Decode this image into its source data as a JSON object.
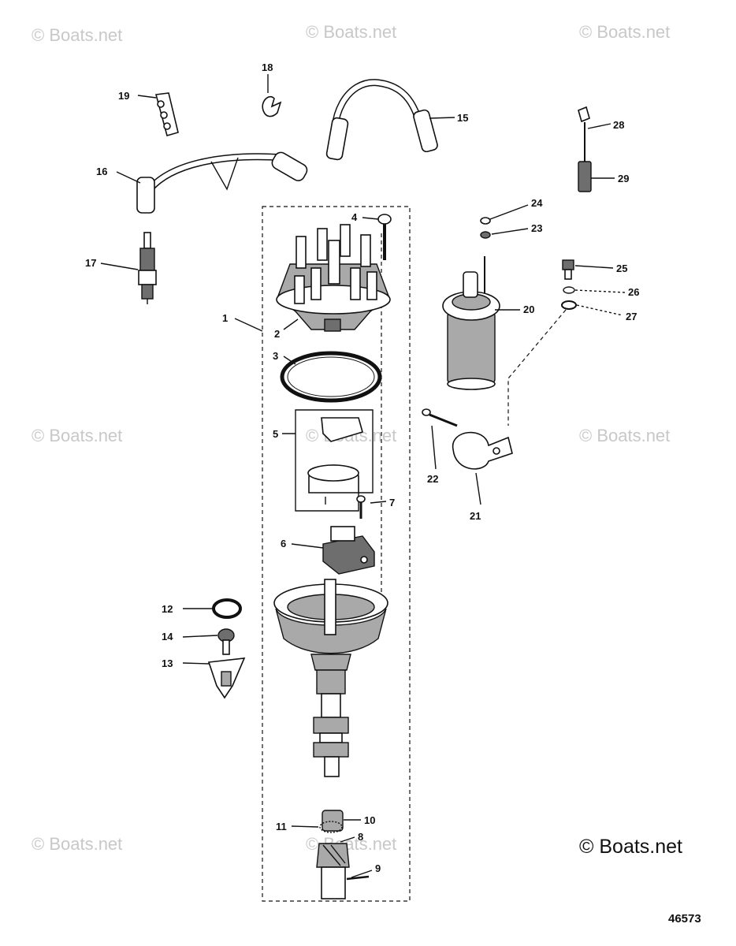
{
  "watermarks": {
    "tl": "© Boats.net",
    "tm": "© Boats.net",
    "tr": "© Boats.net",
    "ml": "© Boats.net",
    "mm": "© Boats.net",
    "mr": "© Boats.net",
    "bl": "© Boats.net",
    "bm": "© Boats.net"
  },
  "copyright": "© Boats.net",
  "diagram_number": "46573",
  "callouts": {
    "p1": "1",
    "p2": "2",
    "p3": "3",
    "p4": "4",
    "p5": "5",
    "p6": "6",
    "p7": "7",
    "p8": "8",
    "p9": "9",
    "p10": "10",
    "p11": "11",
    "p12": "12",
    "p13": "13",
    "p14": "14",
    "p15": "15",
    "p16": "16",
    "p17": "17",
    "p18": "18",
    "p19": "19",
    "p20": "20",
    "p21": "21",
    "p22": "22",
    "p23": "23",
    "p24": "24",
    "p25": "25",
    "p26": "26",
    "p27": "27",
    "p28": "28",
    "p29": "29"
  }
}
